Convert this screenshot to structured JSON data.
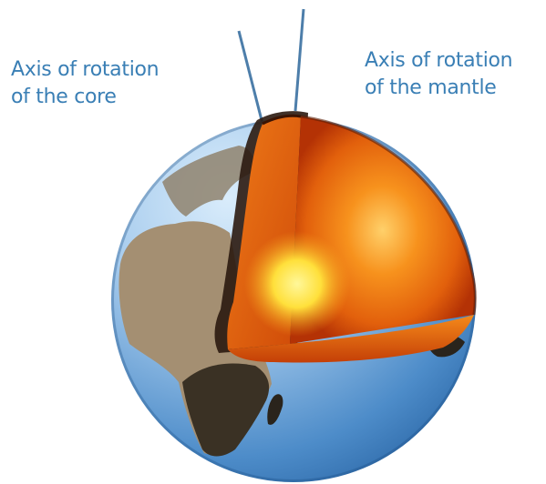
{
  "labels": {
    "core_axis": [
      "Axis of rotation",
      "of the core"
    ],
    "mantle_axis": [
      "Axis of rotation",
      "of the mantle"
    ]
  },
  "colors": {
    "label_text": "#3a7fb5",
    "axis_line": "#4d7eaa",
    "ocean_light": "#a9cdee",
    "ocean_dark": "#2d6aa8",
    "land": "#9c8b74",
    "mantle_outer": "#c53a06",
    "mantle_mid": "#f07a12",
    "core_center": "#ffe94a"
  },
  "icons": [
    "earth-globe",
    "earth-cutaway-interior",
    "axis-lines"
  ]
}
